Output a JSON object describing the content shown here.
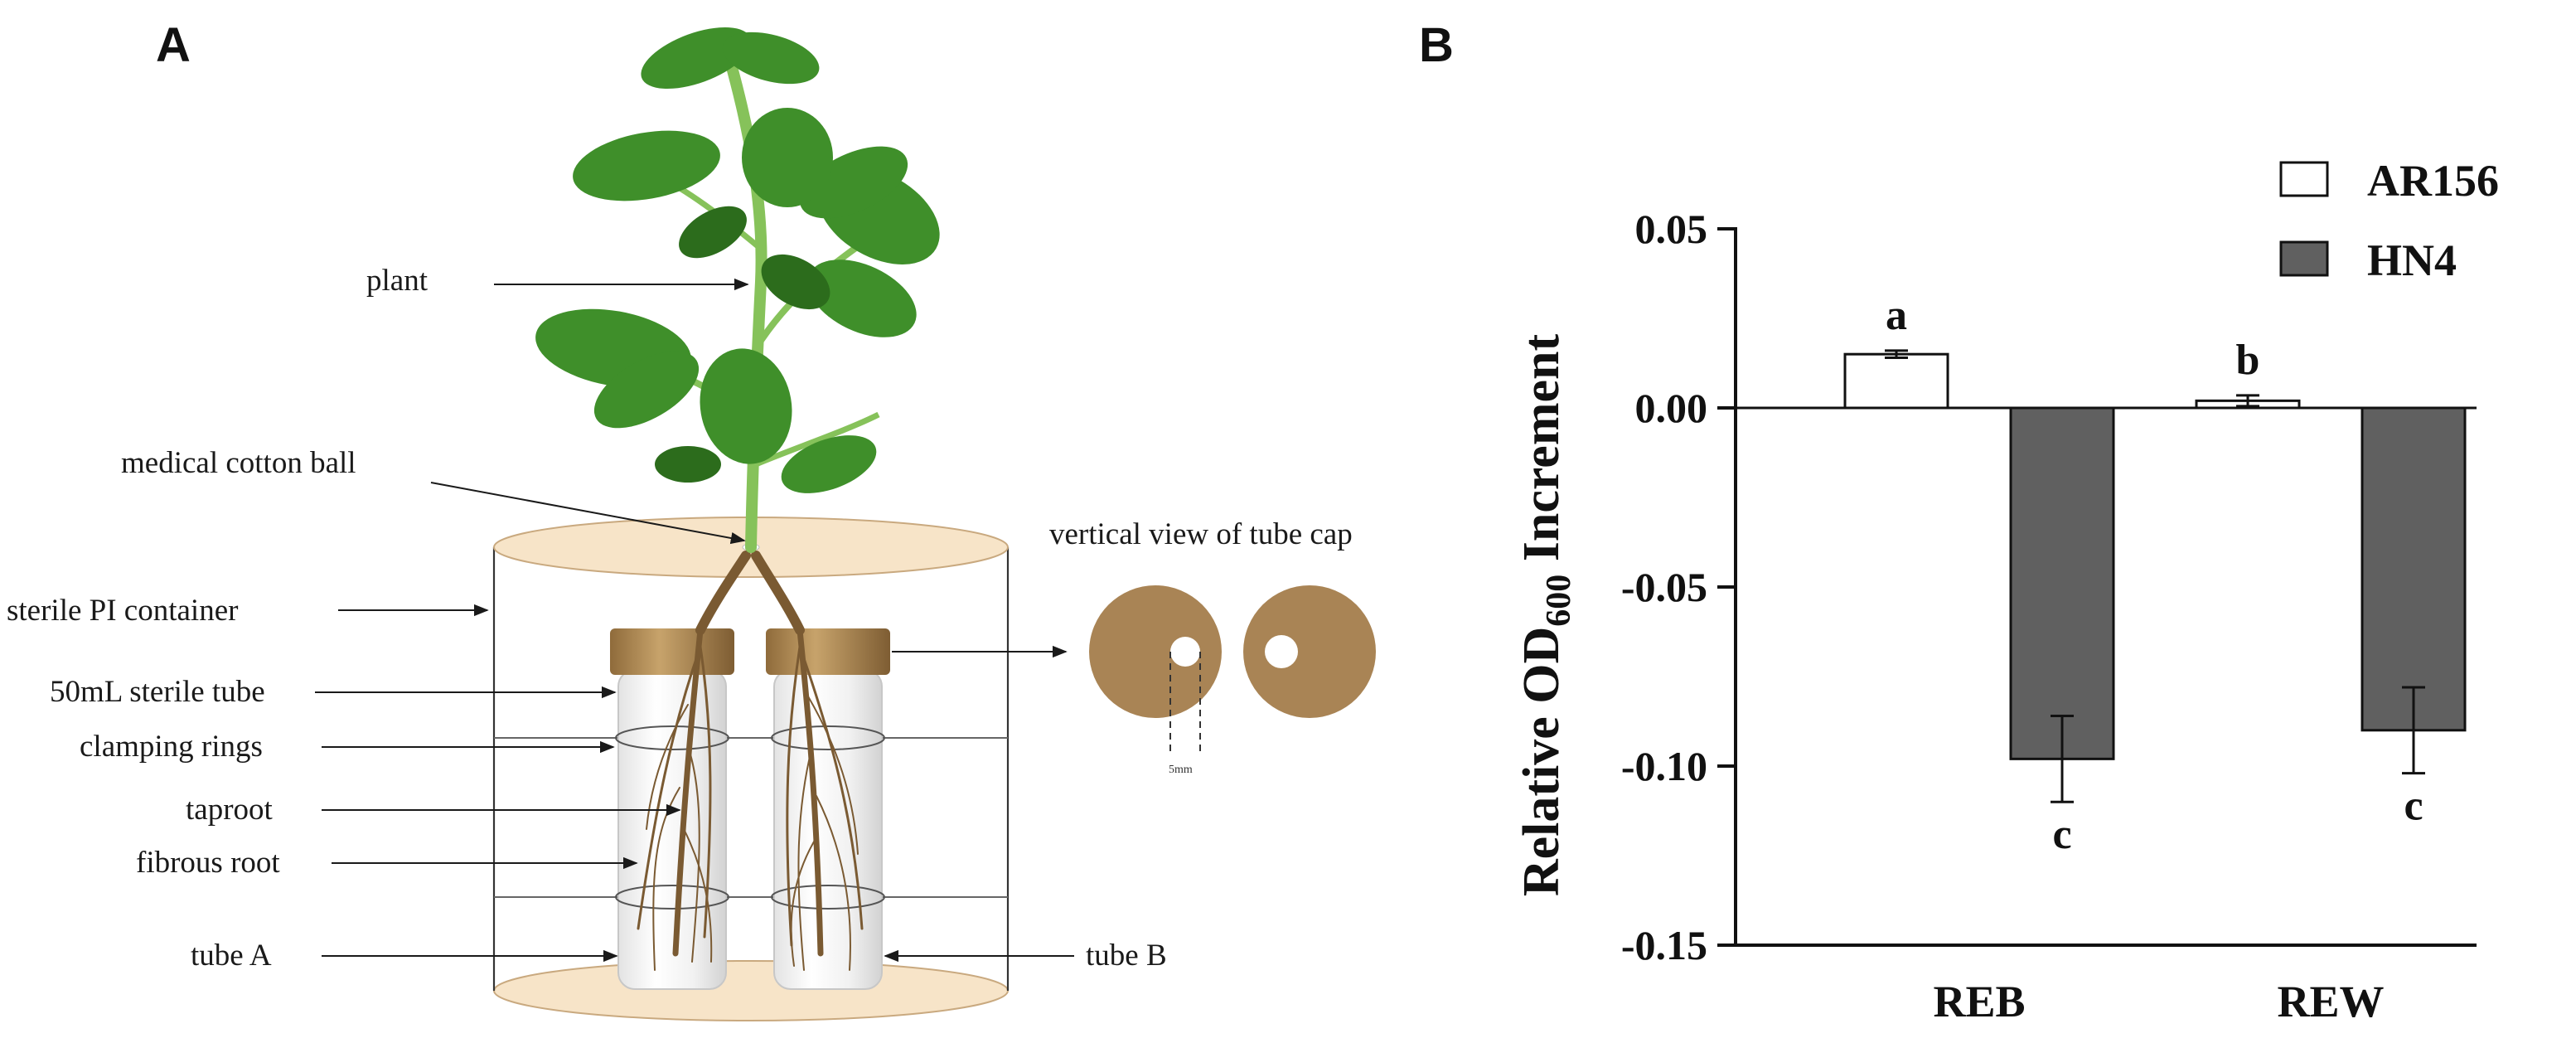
{
  "panels": {
    "a": "A",
    "b": "B"
  },
  "diagram": {
    "labels": {
      "plant": "plant",
      "cotton": "medical cotton ball",
      "container": "sterile PI  container",
      "tube": "50mL sterile tube",
      "rings": "clamping rings",
      "taproot": "taproot",
      "fibrous": "fibrous root",
      "tube_a": "tube A",
      "tube_b": "tube B",
      "cap_view": "vertical view of tube cap",
      "hole_size": "5mm"
    },
    "colors": {
      "cap": "#b8935e",
      "cap_face": "#a98455",
      "container_lid": "#f7e4c8",
      "root": "#7a5a32",
      "leaf": "#3f8f2a",
      "stem": "#86c25a"
    }
  },
  "chart_data": {
    "type": "bar",
    "categories": [
      "REB",
      "REW"
    ],
    "series": [
      {
        "name": "AR156",
        "values": [
          0.015,
          0.002
        ],
        "errors": [
          0.001,
          0.0015
        ],
        "labels": [
          "a",
          "b"
        ],
        "color": "#ffffff"
      },
      {
        "name": "HN4",
        "values": [
          -0.098,
          -0.09
        ],
        "errors": [
          0.012,
          0.012
        ],
        "labels": [
          "c",
          "c"
        ],
        "color": "#606060"
      }
    ],
    "ylabel_main": "Relative OD",
    "ylabel_sub": "600",
    "ylabel_tail": " Increment",
    "yticks": [
      "0.05",
      "0.00",
      "-0.05",
      "-0.10",
      "-0.15"
    ],
    "ytick_values": [
      0.05,
      0.0,
      -0.05,
      -0.1,
      -0.15
    ],
    "ylim": [
      -0.15,
      0.05
    ],
    "legend_position": "top-right"
  }
}
